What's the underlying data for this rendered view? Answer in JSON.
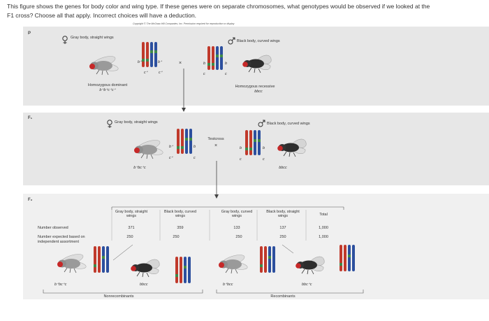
{
  "question": {
    "line1": "This figure shows the genes for body color and wing type. If these genes were on separate chromosomes, what genotypes would be observed if we looked at the",
    "line2": "F1 cross? Choose all that apply. Incorrect choices will have a deduction."
  },
  "copyright": "Copyright © The McGraw-Hill Companies, Inc. Permission required for reproduction or display",
  "rows": {
    "p": "P",
    "f1": "F₁",
    "f2": "F₂"
  },
  "p": {
    "female_label": "Gray body, straight wings",
    "male_label": "Black body, curved wings",
    "female_desc": "Homozygous dominant",
    "female_geno": "b⁺b⁺c⁺c⁺",
    "male_desc": "Homozygous recessive",
    "male_geno": "bbcc",
    "cross": "×",
    "chrom_female": [
      "b⁺",
      "b⁺",
      "c⁺",
      "c⁺"
    ],
    "chrom_male": [
      "b",
      "b",
      "c",
      "c"
    ]
  },
  "f1": {
    "female_label": "Gray body, straight wings",
    "male_label": "Black body, curved wings",
    "female_geno": "b⁺bc⁺c",
    "male_geno": "bbcc",
    "testcross": "Testcross",
    "cross": "×",
    "chrom_female": [
      "b⁺",
      "b",
      "c⁺",
      "c"
    ],
    "chrom_male": [
      "b",
      "b",
      "c",
      "c"
    ]
  },
  "f2": {
    "headers": [
      "Gray body, straight wings",
      "Black body, curved wings",
      "Gray body, curved wings",
      "Black body, straight wings",
      "Total"
    ],
    "observed_label": "Number observed",
    "observed": [
      "371",
      "359",
      "133",
      "137",
      "1,000"
    ],
    "expected_label": "Number expected based on independent assortment",
    "expected": [
      "250",
      "250",
      "250",
      "250",
      "1,000"
    ],
    "genotypes": [
      "b⁺bc⁺c",
      "bbcc",
      "b⁺bcc",
      "bbc⁺c"
    ],
    "nonrecombinants": "Nonrecombinants",
    "recombinants": "Recombinants"
  },
  "colors": {
    "panel": "#e7e7e7",
    "chrom_red": "#c0392b",
    "chrom_blue": "#2c4f9e",
    "chrom_green": "#3f8a48",
    "fly_gray": "#9a9a9a",
    "fly_black": "#2d2d2d",
    "eye_red": "#c62828"
  }
}
